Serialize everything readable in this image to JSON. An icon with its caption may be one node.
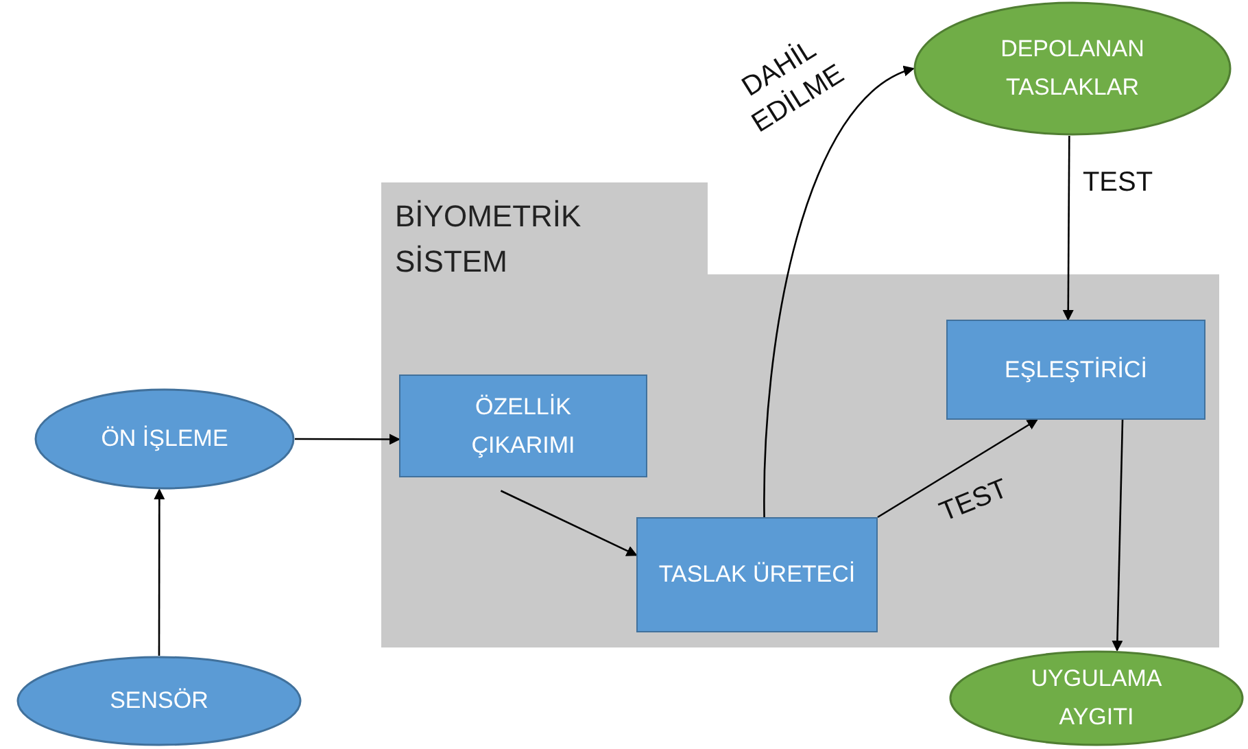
{
  "diagram": {
    "nodes": [
      {
        "text": [
          "BİYOMETRİK SİSTEM"
        ]
      },
      {
        "text": [
          "ÖZELLİK ÇIKARIMI"
        ],
        "in": 0
      },
      {
        "text": [
          "TASLAK ÜRETECİ"
        ],
        "in": 0
      },
      {
        "text": [
          "EŞLEŞTİRİCİ"
        ],
        "in": 0
      },
      {
        "text": [
          "ÖN İŞLEME"
        ]
      },
      {
        "text": [
          "SENSÖR"
        ]
      },
      {
        "text": [
          "DEPOLANAN TASLAKLAR"
        ]
      },
      {
        "text": [
          "UYGULAMA AYGITI"
        ]
      }
    ],
    "edges": [
      {
        "from": 5,
        "to": 4,
        "arrow": "to"
      },
      {
        "from": 4,
        "to": 1,
        "arrow": "to"
      },
      {
        "from": 1,
        "to": 2,
        "arrow": "to"
      },
      {
        "from": 2,
        "to": 6,
        "arrow": "to",
        "label": "DAHİL EDİLME"
      },
      {
        "from": 6,
        "to": 3,
        "arrow": "to",
        "label": "TEST"
      },
      {
        "from": 2,
        "to": 3,
        "arrow": "to",
        "label": "TEST"
      },
      {
        "from": 3,
        "to": 7,
        "arrow": "to"
      }
    ]
  }
}
